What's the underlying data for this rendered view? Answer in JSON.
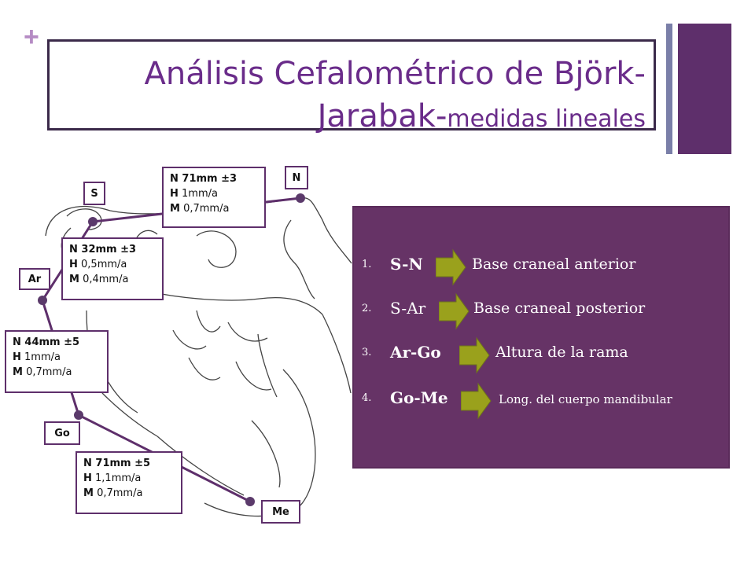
{
  "slide": {
    "plus": "+",
    "title_main": "Análisis Cefalométrico de Björk-Jarabak-",
    "title_sub": "medidas lineales"
  },
  "points": {
    "S": "S",
    "N": "N",
    "Ar": "Ar",
    "Go": "Go",
    "Me": "Me"
  },
  "measures": {
    "sn": {
      "n": "N 71mm ±3",
      "h": "H",
      "h_val": "1mm/a",
      "m": "M",
      "m_val": "0,7mm/a"
    },
    "sar": {
      "n": "N 32mm ±3",
      "h": "H",
      "h_val": "0,5mm/a",
      "m": "M",
      "m_val": "0,4mm/a"
    },
    "argo": {
      "n": "N 44mm ±5",
      "h": "H",
      "h_val": "1mm/a",
      "m": "M",
      "m_val": "0,7mm/a"
    },
    "gome": {
      "n": "N 71mm ±5",
      "h": "H",
      "h_val": "1,1mm/a",
      "m": "M",
      "m_val": "0,7mm/a"
    }
  },
  "list": [
    {
      "num": "1.",
      "abbr": "S-N",
      "desc": "Base craneal anterior"
    },
    {
      "num": "2.",
      "abbr": "S-Ar",
      "desc": "Base craneal posterior"
    },
    {
      "num": "3.",
      "abbr": "Ar-Go",
      "desc": "Altura de la rama"
    },
    {
      "num": "4.",
      "abbr": "Go-Me",
      "desc": "Long. del cuerpo mandibular"
    }
  ],
  "colors": {
    "title": "#6a2c8a",
    "panel": "#663366",
    "arrow": "#9aa11c",
    "line": "#5e2f6b",
    "point": "#5b3a6b"
  }
}
